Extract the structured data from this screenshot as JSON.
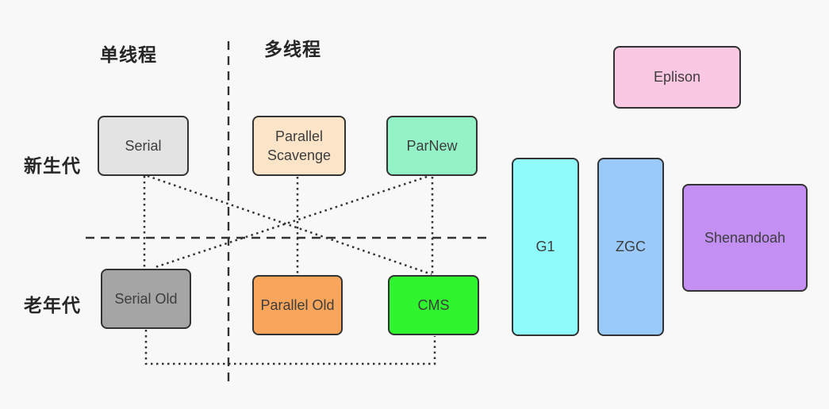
{
  "diagram": {
    "description": "JVM garbage collector pairing diagram",
    "labels": {
      "single_thread": "单线程",
      "multi_thread": "多线程",
      "young_gen": "新生代",
      "old_gen": "老年代"
    },
    "nodes": {
      "serial": {
        "label": "Serial",
        "fill": "#e3e3e3"
      },
      "parallel_scavenge": {
        "label": "Parallel Scavenge",
        "fill": "#fce4c8"
      },
      "parnew": {
        "label": "ParNew",
        "fill": "#93f3c7"
      },
      "eplison": {
        "label": "Eplison",
        "fill": "#fbc8e4"
      },
      "g1": {
        "label": "G1",
        "fill": "#8ffbfb"
      },
      "zgc": {
        "label": "ZGC",
        "fill": "#9acafa"
      },
      "shenandoah": {
        "label": "Shenandoah",
        "fill": "#c38ff2"
      },
      "serial_old": {
        "label": "Serial Old",
        "fill": "#a5a5a5"
      },
      "parallel_old": {
        "label": "Parallel Old",
        "fill": "#f9a65c"
      },
      "cms": {
        "label": "CMS",
        "fill": "#2ef52e"
      }
    },
    "connectors": [
      {
        "from": "Serial",
        "to": "Serial Old",
        "style": "dotted"
      },
      {
        "from": "Serial",
        "to": "CMS",
        "style": "dotted"
      },
      {
        "from": "Parallel Scavenge",
        "to": "Parallel Old",
        "style": "dotted"
      },
      {
        "from": "ParNew",
        "to": "Serial Old",
        "style": "dotted"
      },
      {
        "from": "ParNew",
        "to": "CMS",
        "style": "dotted"
      },
      {
        "from": "Serial Old",
        "to": "CMS",
        "style": "dotted-elbow"
      }
    ],
    "dividers": [
      {
        "orientation": "vertical",
        "separates": "单线程 | 多线程"
      },
      {
        "orientation": "horizontal",
        "separates": "新生代 | 老年代"
      }
    ],
    "line_color": "#333333"
  }
}
